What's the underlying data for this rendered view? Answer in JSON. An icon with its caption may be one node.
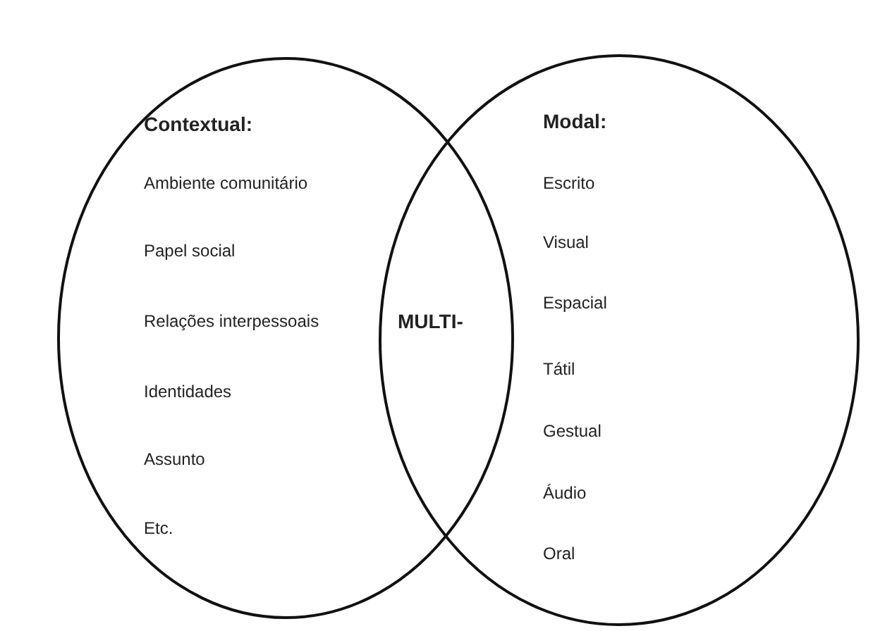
{
  "diagram": {
    "nodes": [
      {
        "text": [
          "Contextual:",
          "Ambiente comunitário",
          "Papel social",
          "Relações interpessoais",
          "Identidades",
          "Assunto",
          "Etc."
        ]
      },
      {
        "text": [
          "Modal:",
          "Escrito",
          "Visual",
          "Espacial",
          "Tátil",
          "Gestual",
          "Áudio",
          "Oral"
        ]
      }
    ],
    "edges": [],
    "labels": [
      "MULTI-"
    ]
  }
}
